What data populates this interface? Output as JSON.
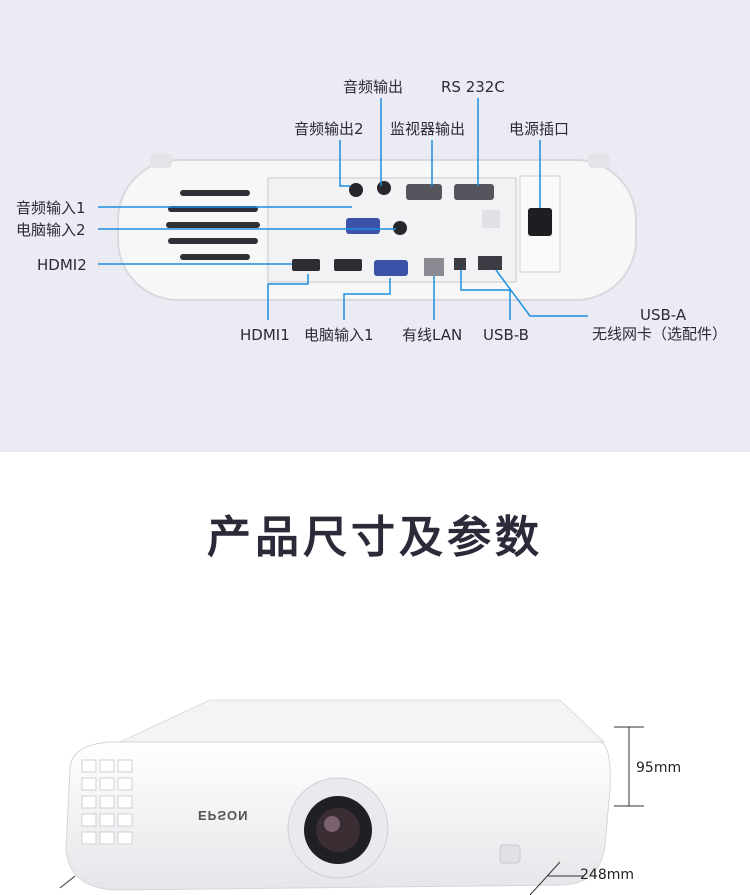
{
  "ports": {
    "audio_out": "音频输出",
    "rs232c": "RS 232C",
    "audio_out2": "音频输出2",
    "monitor_out": "监视器输出",
    "power_socket": "电源插口",
    "audio_in1": "音频输入1",
    "computer_in2": "电脑输入2",
    "hdmi2": "HDMI2",
    "usb_a": "USB-A",
    "wireless_card": "无线网卡（选配件）",
    "hdmi1": "HDMI1",
    "computer_in1": "电脑输入1",
    "wired_lan": "有线LAN",
    "usb_b": "USB-B"
  },
  "section_title": "产品尺寸及参数",
  "dimensions": {
    "height": "95mm",
    "depth": "248mm"
  },
  "brand_logo": "EPSON",
  "colors": {
    "top_band": "#ebebf4",
    "callout_line": "#1a8fe0",
    "title_text": "#2a2a38"
  }
}
